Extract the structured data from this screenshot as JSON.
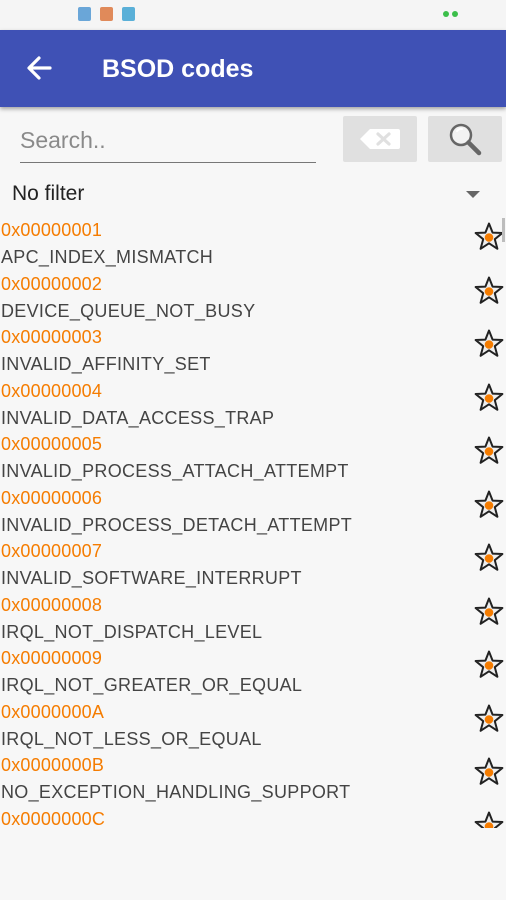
{
  "app": {
    "title": "BSOD codes",
    "accent": "#3f51b5",
    "code_color": "#f57c00",
    "star_color": "#f57c00"
  },
  "toolbar": {
    "back_icon": "arrow-left-icon"
  },
  "search": {
    "placeholder": "Search..",
    "value": "",
    "clear_icon": "backspace-icon",
    "search_icon": "magnifier-icon"
  },
  "filter": {
    "selected": "No filter"
  },
  "codes": [
    {
      "code": "0x00000001",
      "name": "APC_INDEX_MISMATCH"
    },
    {
      "code": "0x00000002",
      "name": "DEVICE_QUEUE_NOT_BUSY"
    },
    {
      "code": "0x00000003",
      "name": "INVALID_AFFINITY_SET"
    },
    {
      "code": "0x00000004",
      "name": "INVALID_DATA_ACCESS_TRAP"
    },
    {
      "code": "0x00000005",
      "name": "INVALID_PROCESS_ATTACH_ATTEMPT"
    },
    {
      "code": "0x00000006",
      "name": "INVALID_PROCESS_DETACH_ATTEMPT"
    },
    {
      "code": "0x00000007",
      "name": "INVALID_SOFTWARE_INTERRUPT"
    },
    {
      "code": "0x00000008",
      "name": "IRQL_NOT_DISPATCH_LEVEL"
    },
    {
      "code": "0x00000009",
      "name": "IRQL_NOT_GREATER_OR_EQUAL"
    },
    {
      "code": "0x0000000A",
      "name": "IRQL_NOT_LESS_OR_EQUAL"
    },
    {
      "code": "0x0000000B",
      "name": "NO_EXCEPTION_HANDLING_SUPPORT"
    },
    {
      "code": "0x0000000C",
      "name": ""
    }
  ]
}
